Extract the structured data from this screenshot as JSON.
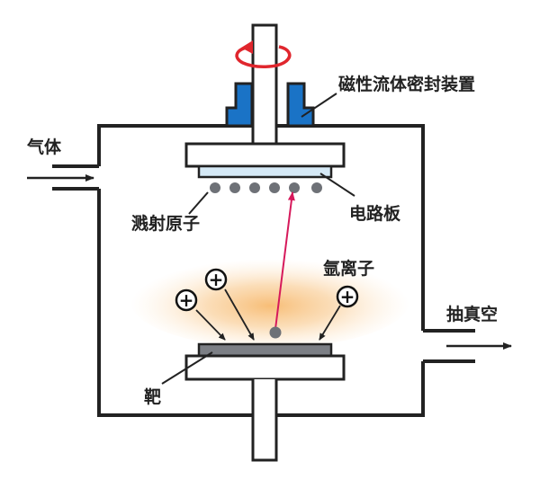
{
  "labels": {
    "gas": "气体",
    "magnetic_seal": "磁性流体密封装置",
    "sputtered_atoms": "溅射原子",
    "circuit_board": "电路板",
    "argon_ions": "氩离子",
    "vacuum": "抽真空",
    "target": "靶",
    "ion_symbol": "+"
  },
  "colors": {
    "outline": "#222222",
    "seal_blue": "#1a73c6",
    "rotation_arrow": "#e0262d",
    "trajectory": "#d6195b",
    "atom": "#6e7177",
    "board_fill": "#d5e9f6",
    "target_fill": "#7c7f85",
    "plasma_glow": "#f6b25f"
  },
  "icons": {
    "rotation": "rotation-arrow-icon",
    "ion": "plus-circle-icon"
  }
}
